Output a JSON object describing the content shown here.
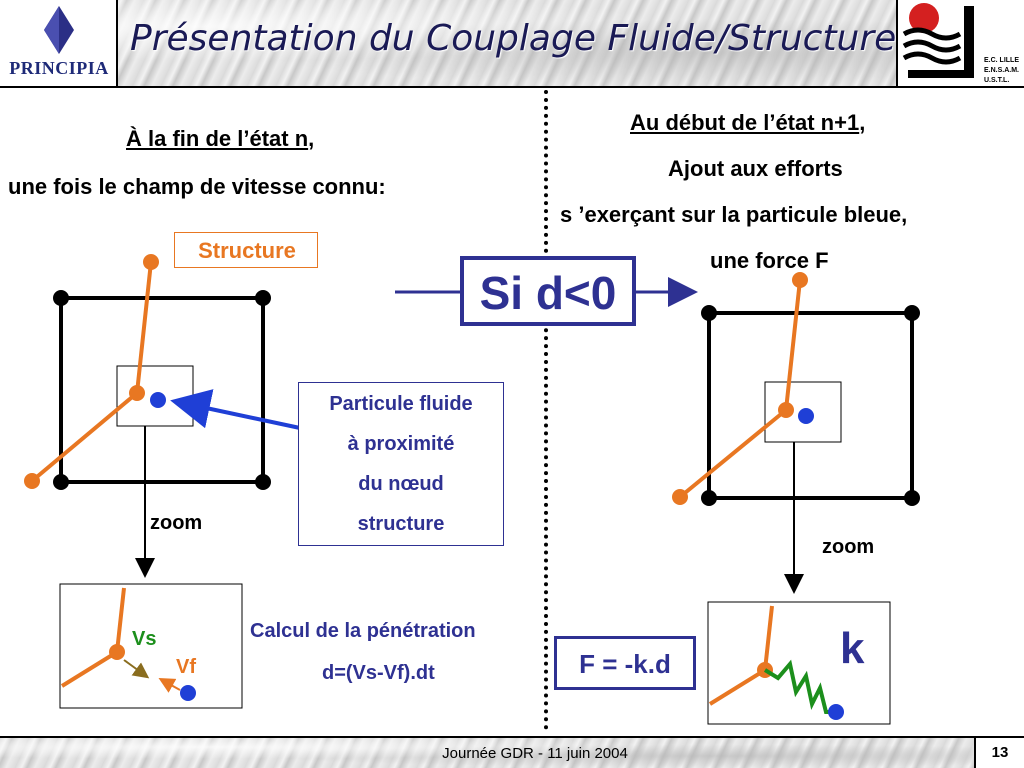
{
  "header": {
    "title": "Présentation du Couplage Fluide/Structure",
    "logo_left_text": "PRINCIPIA",
    "logo_right_lines": [
      "E.C. LILLE",
      "E.N.S.A.M.",
      "U.S.T.L."
    ]
  },
  "left": {
    "heading_underlined": "À la fin de l’état n",
    "heading_comma": ",",
    "subheading": "une fois le champ de vitesse connu:",
    "structure_label": "Structure",
    "zoom_label": "zoom",
    "vs_label": "Vs",
    "vf_label": "Vf"
  },
  "particle_box": {
    "lines": [
      "Particule fluide",
      "à proximité",
      "du nœud",
      "structure"
    ]
  },
  "center": {
    "condition": "Si d<0",
    "calc_line1": "Calcul de la pénétration",
    "calc_line2": "d=(Vs-Vf).dt"
  },
  "right": {
    "heading_underlined": "Au début de l’état n+1",
    "heading_comma": ",",
    "line2": "Ajout aux efforts",
    "line3": "s ’exerçant sur la particule bleue,",
    "line4": "une force F",
    "zoom_label": "zoom",
    "spring_label": "k",
    "force_formula": "F = -k.d"
  },
  "footer": {
    "text": "Journée GDR  - 11 juin 2004",
    "page": "13"
  },
  "colors": {
    "structure": "#e87722",
    "fluid": "#1f3fd6",
    "text_blue": "#2e3192",
    "spring": "#1c8f1c",
    "vs_label": "#1c8f1c",
    "vf_label": "#e87722"
  }
}
